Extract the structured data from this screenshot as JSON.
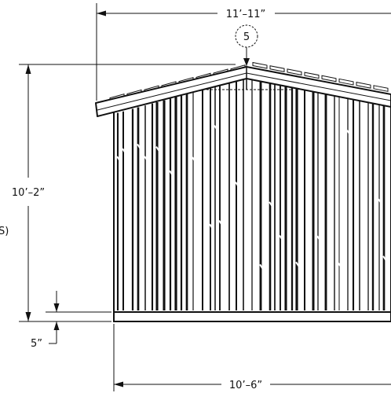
{
  "dimensions": {
    "overall_width": "11’–11”",
    "total_height": "10’–2”",
    "floor_offset": "5”",
    "base_width": "10’–6”"
  },
  "callout": {
    "detail_number": "5"
  },
  "partial_label": "S)",
  "colors": {
    "ink": "#111111",
    "background": "#ffffff"
  }
}
